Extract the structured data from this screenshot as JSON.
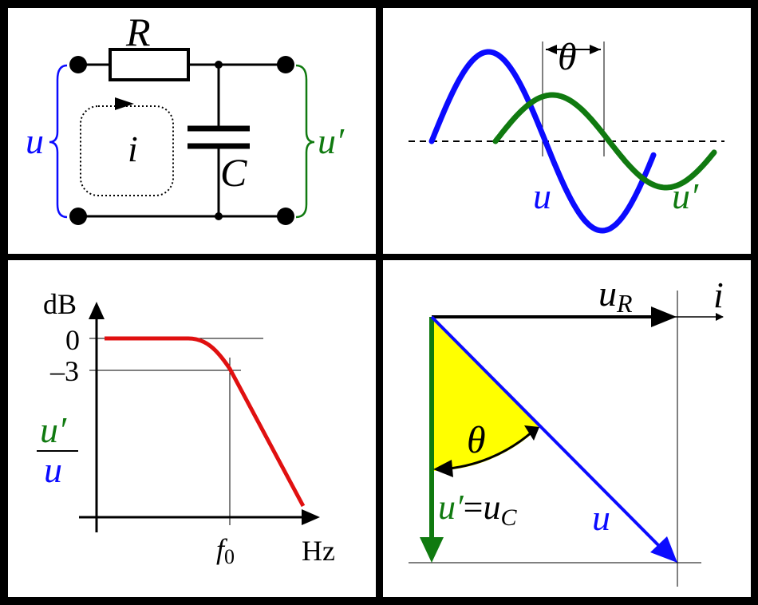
{
  "colors": {
    "background": "#000000",
    "panel": "#ffffff",
    "ink": "#000000",
    "input_voltage": "#0b0bff",
    "output_voltage": "#107a10",
    "response_curve": "#e01010",
    "angle_fill": "#ffff00"
  },
  "circuit": {
    "resistor_label": "R",
    "capacitor_label": "C",
    "current_label": "i",
    "input_label": "u",
    "output_label": "u′"
  },
  "waveforms": {
    "phase_label": "θ",
    "input_label": "u",
    "output_label": "u′"
  },
  "frequency_response": {
    "y_unit": "dB",
    "tick_0": "0",
    "tick_minus3": "–3",
    "ratio_numerator": "u′",
    "ratio_denominator": "u",
    "x_unit": "Hz",
    "cutoff_label": "f",
    "cutoff_subscript": "0"
  },
  "phasor": {
    "resistor_voltage_label": "u",
    "resistor_voltage_subscript": "R",
    "current_label": "i",
    "angle_label": "θ",
    "output_label": "u′",
    "output_equals": "=",
    "capacitor_voltage_label": "u",
    "capacitor_voltage_subscript": "C",
    "input_label": "u"
  }
}
